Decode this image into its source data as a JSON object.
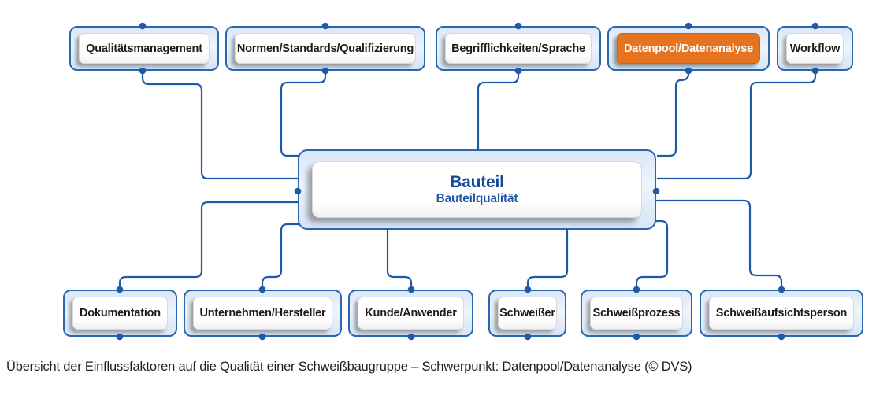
{
  "diagram": {
    "top_row": [
      {
        "label": "Qualitätsmanagement",
        "highlight": false
      },
      {
        "label": "Normen/Standards/Qualifizierung",
        "highlight": false
      },
      {
        "label": "Begrifflichkeiten/Sprache",
        "highlight": false
      },
      {
        "label": "Datenpool/Datenanalyse",
        "highlight": true
      },
      {
        "label": "Workflow",
        "highlight": false
      }
    ],
    "center": {
      "title": "Bauteil",
      "subtitle": "Bauteilqualität"
    },
    "bottom_row": [
      {
        "label": "Dokumentation"
      },
      {
        "label": "Unternehmen/Hersteller"
      },
      {
        "label": "Kunde/Anwender"
      },
      {
        "label": "Schweißer"
      },
      {
        "label": "Schweißprozess"
      },
      {
        "label": "Schweißaufsichtsperson"
      }
    ],
    "caption": "Übersicht der Einflussfaktoren auf die Qualität einer Schweißbaugruppe – Schwerpunkt: Datenpool/Datenanalyse (© DVS)",
    "colors": {
      "line_blue": "#1e5aa8",
      "border_blue": "#2a66b2",
      "box_fill_light_blue": "#e3edf9",
      "highlight_orange": "#e5731f",
      "title_blue": "#16489b",
      "subtitle_blue": "#2456a8",
      "label_black": "#1a1a1a"
    }
  }
}
